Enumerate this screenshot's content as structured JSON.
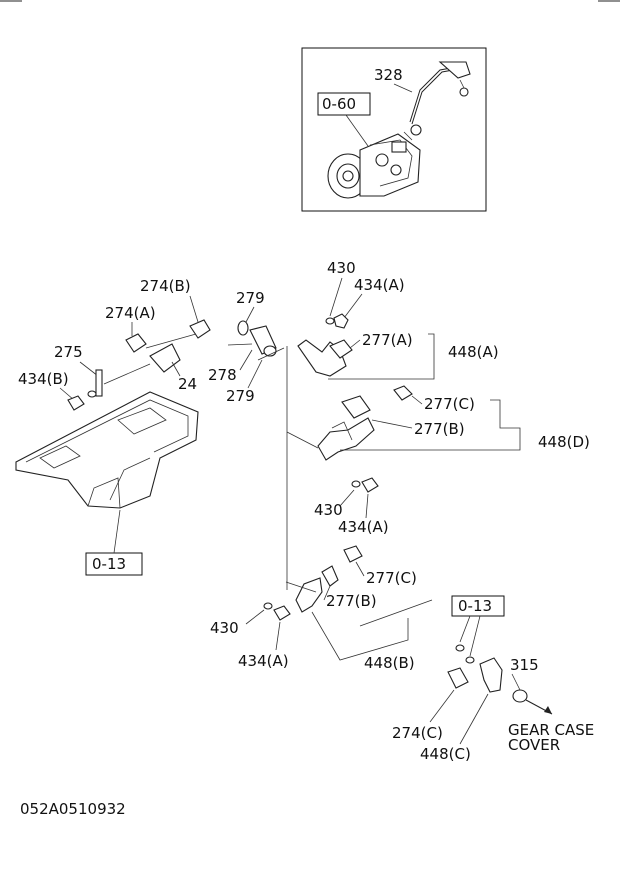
{
  "diagram": {
    "callouts": {
      "c328": "328",
      "c0_60": "0-60",
      "c430_top": "430",
      "c434A_top": "434(A)",
      "c274B": "274(B)",
      "c279_top": "279",
      "c274A": "274(A)",
      "c277A": "277(A)",
      "c448A": "448(A)",
      "c275": "275",
      "c434B": "434(B)",
      "c24": "24",
      "c278": "278",
      "c279_bot": "279",
      "c277C_mid": "277(C)",
      "c277B_mid": "277(B)",
      "c448D": "448(D)",
      "c430_mid": "430",
      "c434A_mid": "434(A)",
      "c0_13_left": "0-13",
      "c277C_low": "277(C)",
      "c277B_low": "277(B)",
      "c430_low": "430",
      "c434A_low": "434(A)",
      "c448B": "448(B)",
      "c0_13_right": "0-13",
      "c315": "315",
      "c274C": "274(C)",
      "c448C": "448(C)",
      "gear_case_1": "GEAR CASE",
      "gear_case_2": "COVER"
    },
    "figure_code": "052A0510932"
  }
}
